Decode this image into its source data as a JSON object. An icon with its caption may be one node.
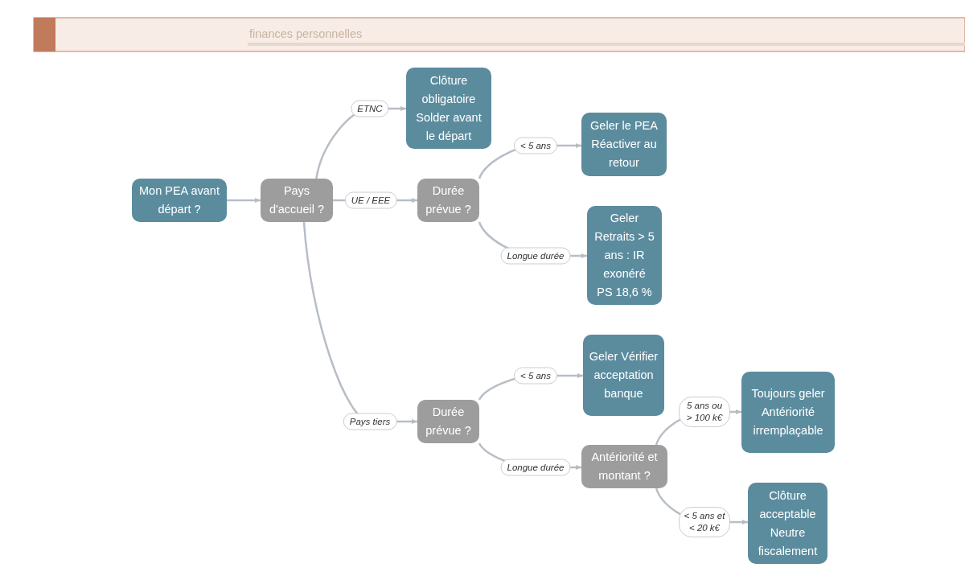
{
  "diagram": {
    "nodes": [
      {
        "text": [
          "Mon PEA avant départ ?"
        ]
      },
      {
        "text": [
          "Pays d'accueil ?"
        ]
      },
      {
        "text": [
          "Clôture obligatoire Solder avant le départ"
        ]
      },
      {
        "text": [
          "Durée prévue ?"
        ]
      },
      {
        "text": [
          "Geler le PEA Réactiver au retour"
        ]
      },
      {
        "text": [
          "Geler Retraits > 5 ans : IR exonéré PS 18,6 %"
        ]
      },
      {
        "text": [
          "Durée prévue ?"
        ]
      },
      {
        "text": [
          "Geler Vérifier acceptation banque"
        ]
      },
      {
        "text": [
          "Antériorité et montant ?"
        ]
      },
      {
        "text": [
          "Toujours geler Antériorité irremplaçable"
        ]
      },
      {
        "text": [
          "Clôture acceptable Neutre fiscalement"
        ]
      }
    ],
    "edges": [
      {
        "from": 0,
        "to": 1,
        "arrow": "to"
      },
      {
        "from": 1,
        "to": 2,
        "arrow": "to",
        "label": "ETNC"
      },
      {
        "from": 1,
        "to": 3,
        "arrow": "to",
        "label": "UE / EEE"
      },
      {
        "from": 1,
        "to": 6,
        "arrow": "to",
        "label": "Pays tiers"
      },
      {
        "from": 3,
        "to": 4,
        "arrow": "to",
        "label": "< 5 ans"
      },
      {
        "from": 3,
        "to": 5,
        "arrow": "to",
        "label": "Longue durée"
      },
      {
        "from": 6,
        "to": 7,
        "arrow": "to",
        "label": "< 5 ans"
      },
      {
        "from": 6,
        "to": 8,
        "arrow": "to",
        "label": "Longue durée"
      },
      {
        "from": 8,
        "to": 9,
        "arrow": "to",
        "label": "5 ans ou > 100 k€"
      },
      {
        "from": 8,
        "to": 10,
        "arrow": "to",
        "label": "< 5 ans et < 20 k€"
      }
    ],
    "labels": [
      "finances personnelles"
    ]
  }
}
